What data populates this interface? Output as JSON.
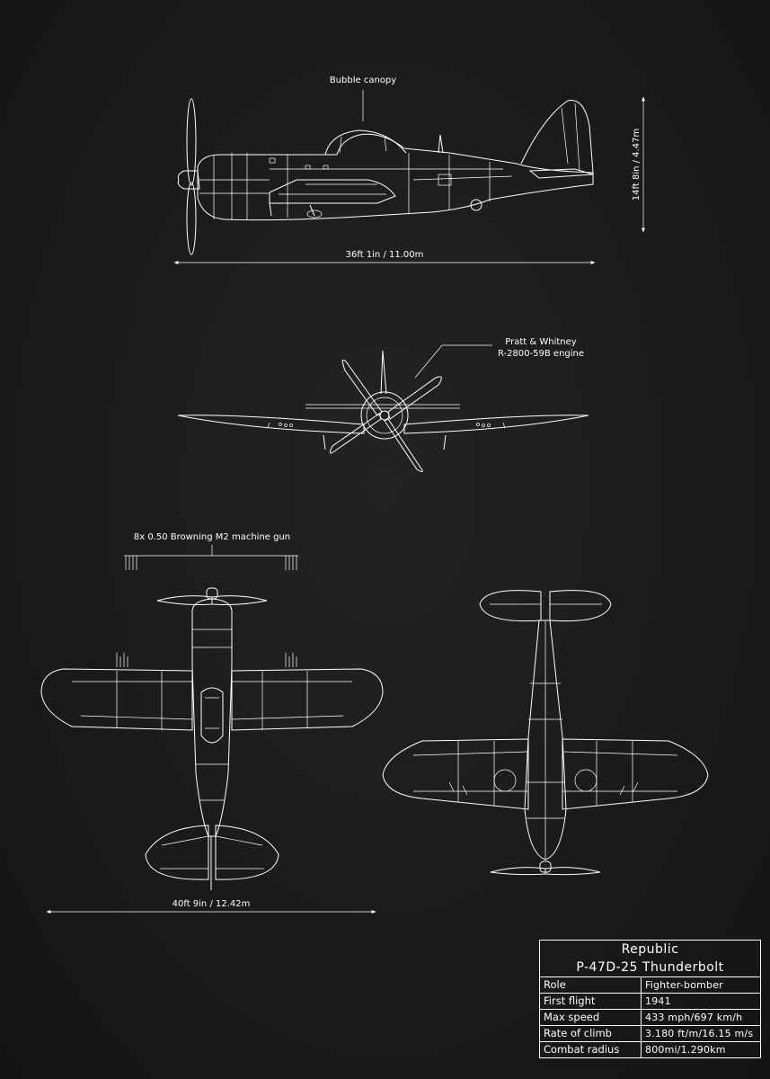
{
  "annotations": {
    "canopy": "Bubble canopy",
    "engine_line1": "Pratt & Whitney",
    "engine_line2": "R-2800-59B engine",
    "guns": "8x 0.50 Browning M2 machine gun"
  },
  "dimensions": {
    "length": "36ft 1in / 11.00m",
    "height": "14ft 8in / 4.47m",
    "wingspan": "40ft 9in / 12.42m"
  },
  "spec": {
    "manufacturer": "Republic",
    "model": "P-47D-25 Thunderbolt",
    "rows": [
      {
        "label": "Role",
        "value": "Fighter-bomber"
      },
      {
        "label": "First flight",
        "value": "1941"
      },
      {
        "label": "Max speed",
        "value": "433 mph/697 km/h"
      },
      {
        "label": "Rate of climb",
        "value": "3.180 ft/m/16.15 m/s"
      },
      {
        "label": "Combat radius",
        "value": "800mi/1.290km"
      }
    ]
  },
  "colors": {
    "background": "#1b1b1b",
    "linework": "#ffffff"
  }
}
